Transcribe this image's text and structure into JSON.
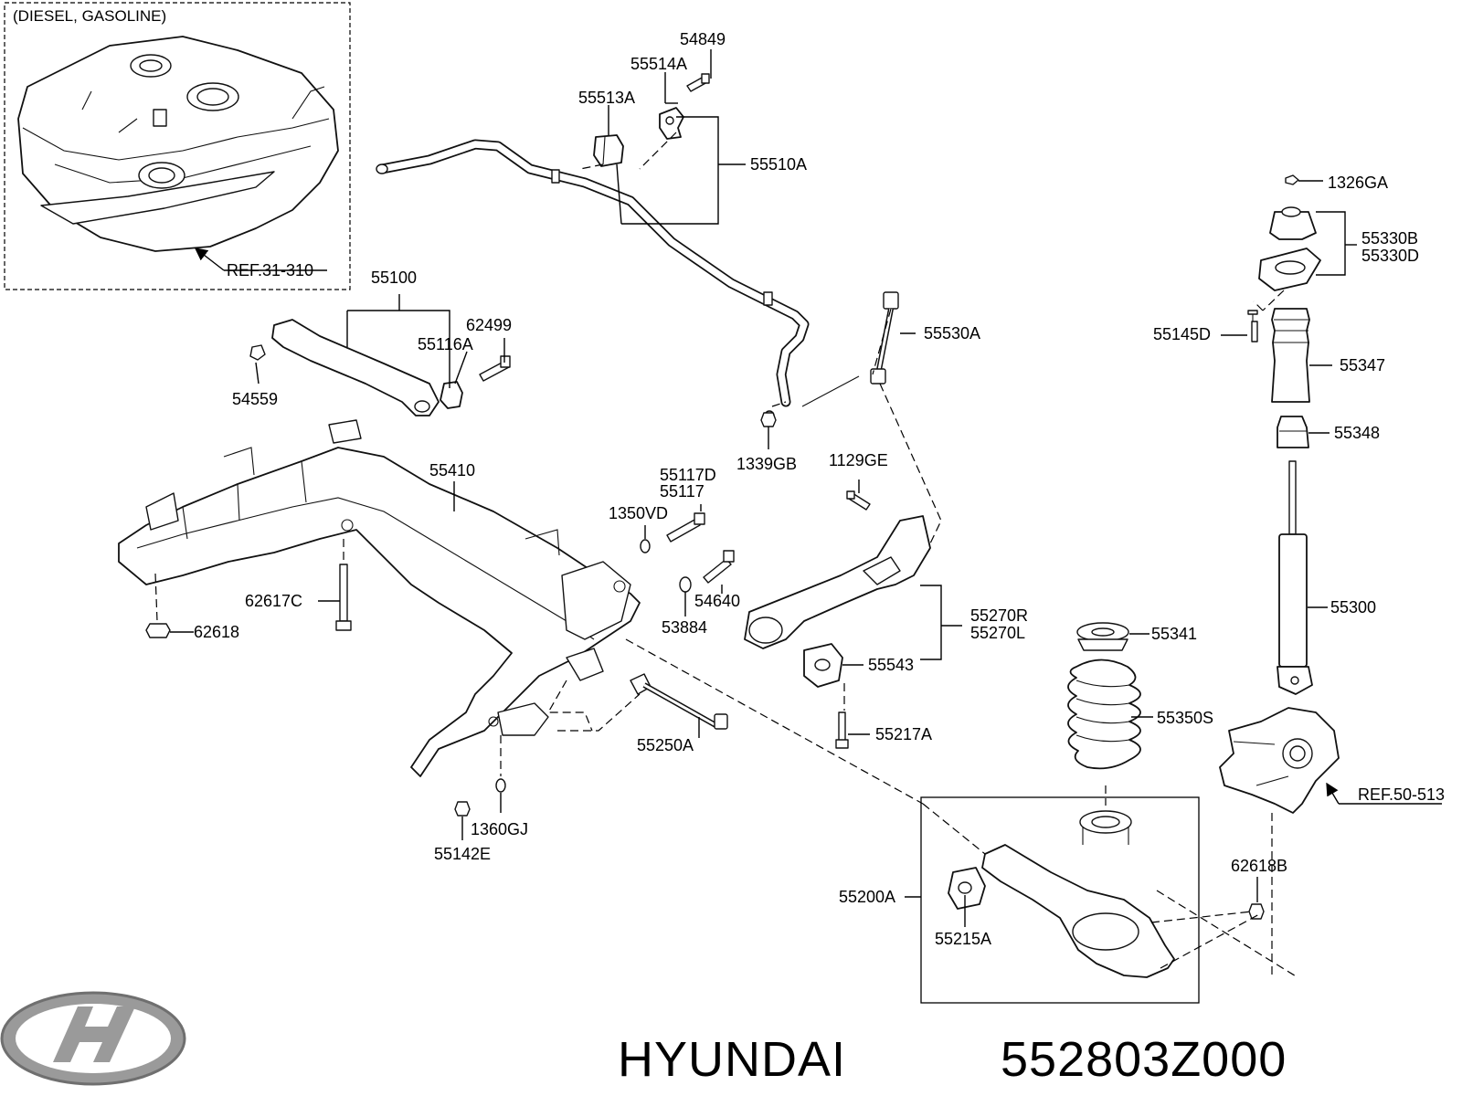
{
  "inset": {
    "note": "(DIESEL, GASOLINE)",
    "ref": "REF.31-310"
  },
  "labels": {
    "p54849": "54849",
    "p55514A": "55514A",
    "p55513A": "55513A",
    "p55510A": "55510A",
    "p1326GA": "1326GA",
    "p55330B": "55330B",
    "p55330D": "55330D",
    "p55100": "55100",
    "p62499": "62499",
    "p55116A": "55116A",
    "p54559": "54559",
    "p55530A": "55530A",
    "p55145D": "55145D",
    "p55347": "55347",
    "p55348": "55348",
    "p1339GB": "1339GB",
    "p1129GE": "1129GE",
    "p55410": "55410",
    "p55117D": "55117D",
    "p55117": "55117",
    "p1350VD": "1350VD",
    "p54640": "54640",
    "p62617C": "62617C",
    "p62618": "62618",
    "p53884": "53884",
    "p55270R": "55270R",
    "p55270L": "55270L",
    "p55300": "55300",
    "p55341": "55341",
    "p55543": "55543",
    "p55217A": "55217A",
    "p55350S": "55350S",
    "p55250A": "55250A",
    "pREF50": "REF.50-513",
    "p1360GJ": "1360GJ",
    "p55142E": "55142E",
    "p62618B": "62618B",
    "p55200A": "55200A",
    "p55215A": "55215A"
  },
  "footer": {
    "brand": "HYUNDAI",
    "part_number": "552803Z000"
  }
}
